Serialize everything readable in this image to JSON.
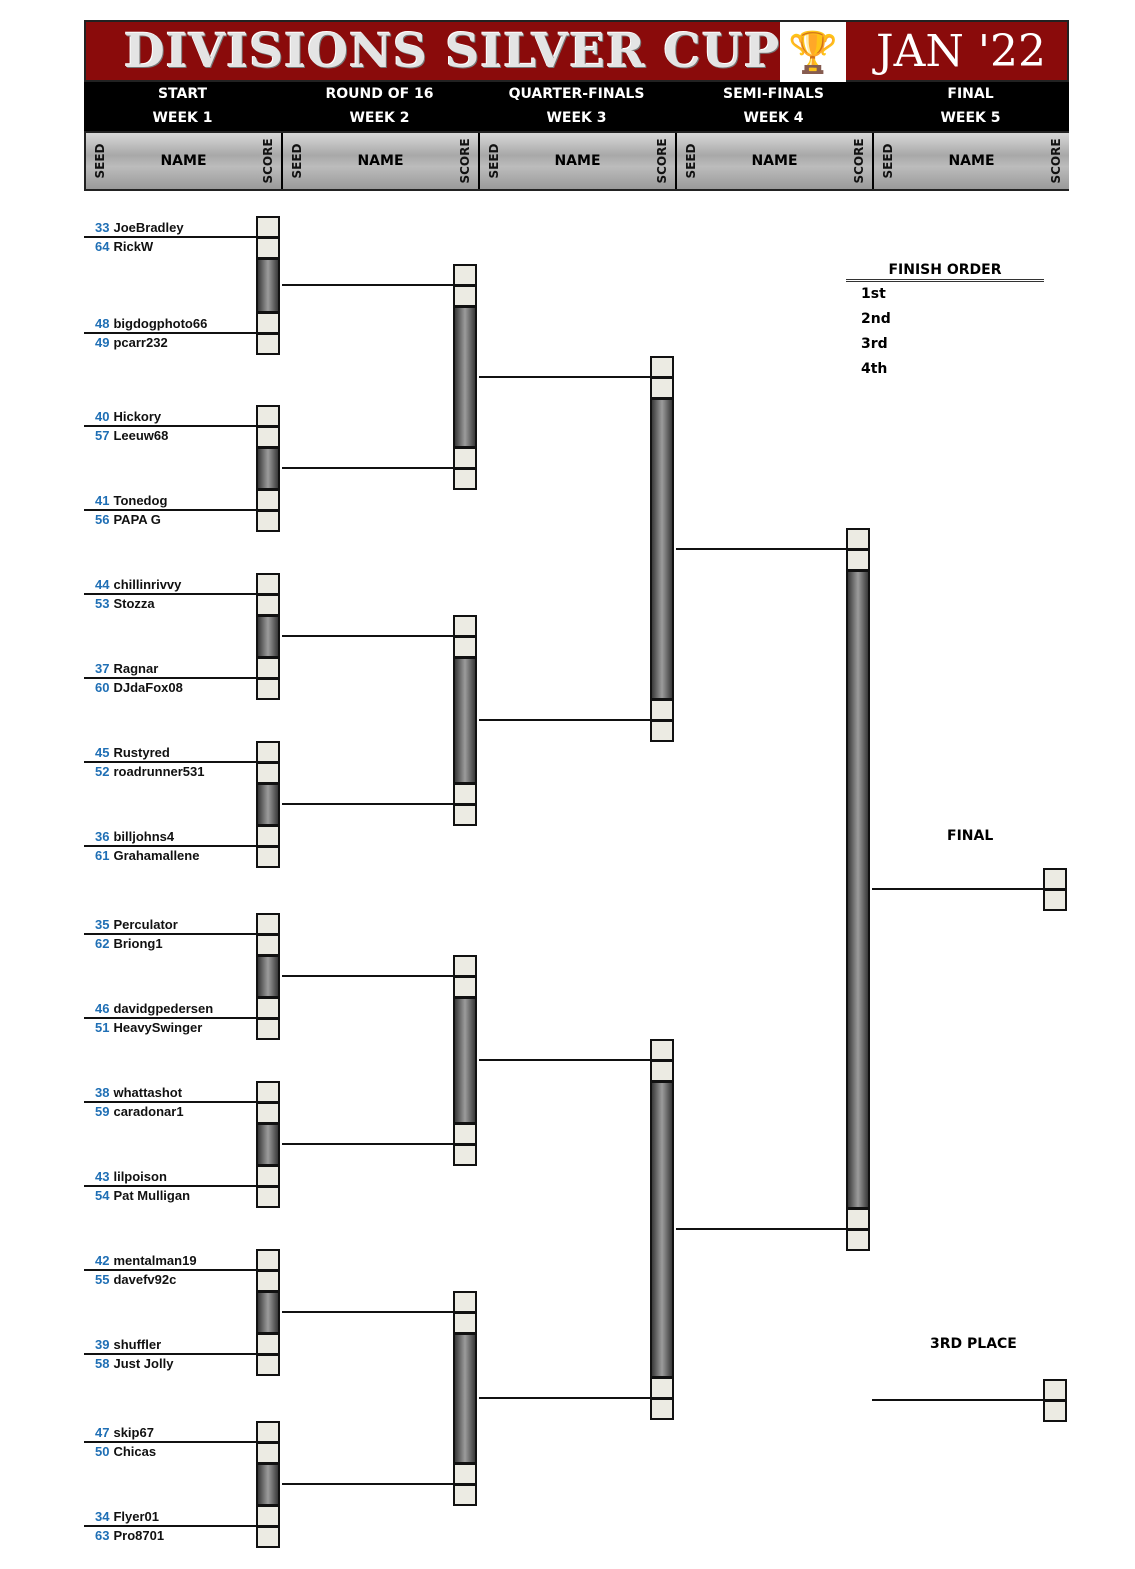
{
  "header": {
    "title": "DIVISIONS SILVER CUP",
    "date": "JAN '22",
    "trophy_icon": "trophy-icon"
  },
  "rounds": [
    {
      "name": "START",
      "week": "WEEK 1"
    },
    {
      "name": "ROUND OF 16",
      "week": "WEEK 2"
    },
    {
      "name": "QUARTER-FINALS",
      "week": "WEEK 3"
    },
    {
      "name": "SEMI-FINALS",
      "week": "WEEK 4"
    },
    {
      "name": "FINAL",
      "week": "WEEK 5"
    }
  ],
  "columns": {
    "seed": "SEED",
    "name": "NAME",
    "score": "SCORE"
  },
  "players": [
    {
      "seed": "33",
      "name": "JoeBradley"
    },
    {
      "seed": "64",
      "name": "RickW"
    },
    {
      "seed": "48",
      "name": "bigdogphoto66"
    },
    {
      "seed": "49",
      "name": "pcarr232"
    },
    {
      "seed": "40",
      "name": "Hickory"
    },
    {
      "seed": "57",
      "name": "Leeuw68"
    },
    {
      "seed": "41",
      "name": "Tonedog"
    },
    {
      "seed": "56",
      "name": "PAPA G"
    },
    {
      "seed": "44",
      "name": "chillinrivvy"
    },
    {
      "seed": "53",
      "name": "Stozza"
    },
    {
      "seed": "37",
      "name": "Ragnar"
    },
    {
      "seed": "60",
      "name": "DJdaFox08"
    },
    {
      "seed": "45",
      "name": "Rustyred"
    },
    {
      "seed": "52",
      "name": "roadrunner531"
    },
    {
      "seed": "36",
      "name": "billjohns4"
    },
    {
      "seed": "61",
      "name": "Grahamallene"
    },
    {
      "seed": "35",
      "name": "Perculator"
    },
    {
      "seed": "62",
      "name": "Briong1"
    },
    {
      "seed": "46",
      "name": "davidgpedersen"
    },
    {
      "seed": "51",
      "name": "HeavySwinger"
    },
    {
      "seed": "38",
      "name": "whattashot"
    },
    {
      "seed": "59",
      "name": "caradonar1"
    },
    {
      "seed": "43",
      "name": "lilpoison"
    },
    {
      "seed": "54",
      "name": "Pat Mulligan"
    },
    {
      "seed": "42",
      "name": "mentalman19"
    },
    {
      "seed": "55",
      "name": "davefv92c"
    },
    {
      "seed": "39",
      "name": "shuffler"
    },
    {
      "seed": "58",
      "name": "Just Jolly"
    },
    {
      "seed": "47",
      "name": "skip67"
    },
    {
      "seed": "50",
      "name": "Chicas"
    },
    {
      "seed": "34",
      "name": "Flyer01"
    },
    {
      "seed": "63",
      "name": "Pro8701"
    }
  ],
  "finish_order": {
    "title": "FINISH ORDER",
    "places": [
      "1st",
      "2nd",
      "3rd",
      "4th"
    ]
  },
  "final_label": "FINAL",
  "third_place_label": "3RD PLACE",
  "colors": {
    "title_bg": "#8a0b0b",
    "seed": "#1f6fb5",
    "score_box": "#ecebe3"
  }
}
